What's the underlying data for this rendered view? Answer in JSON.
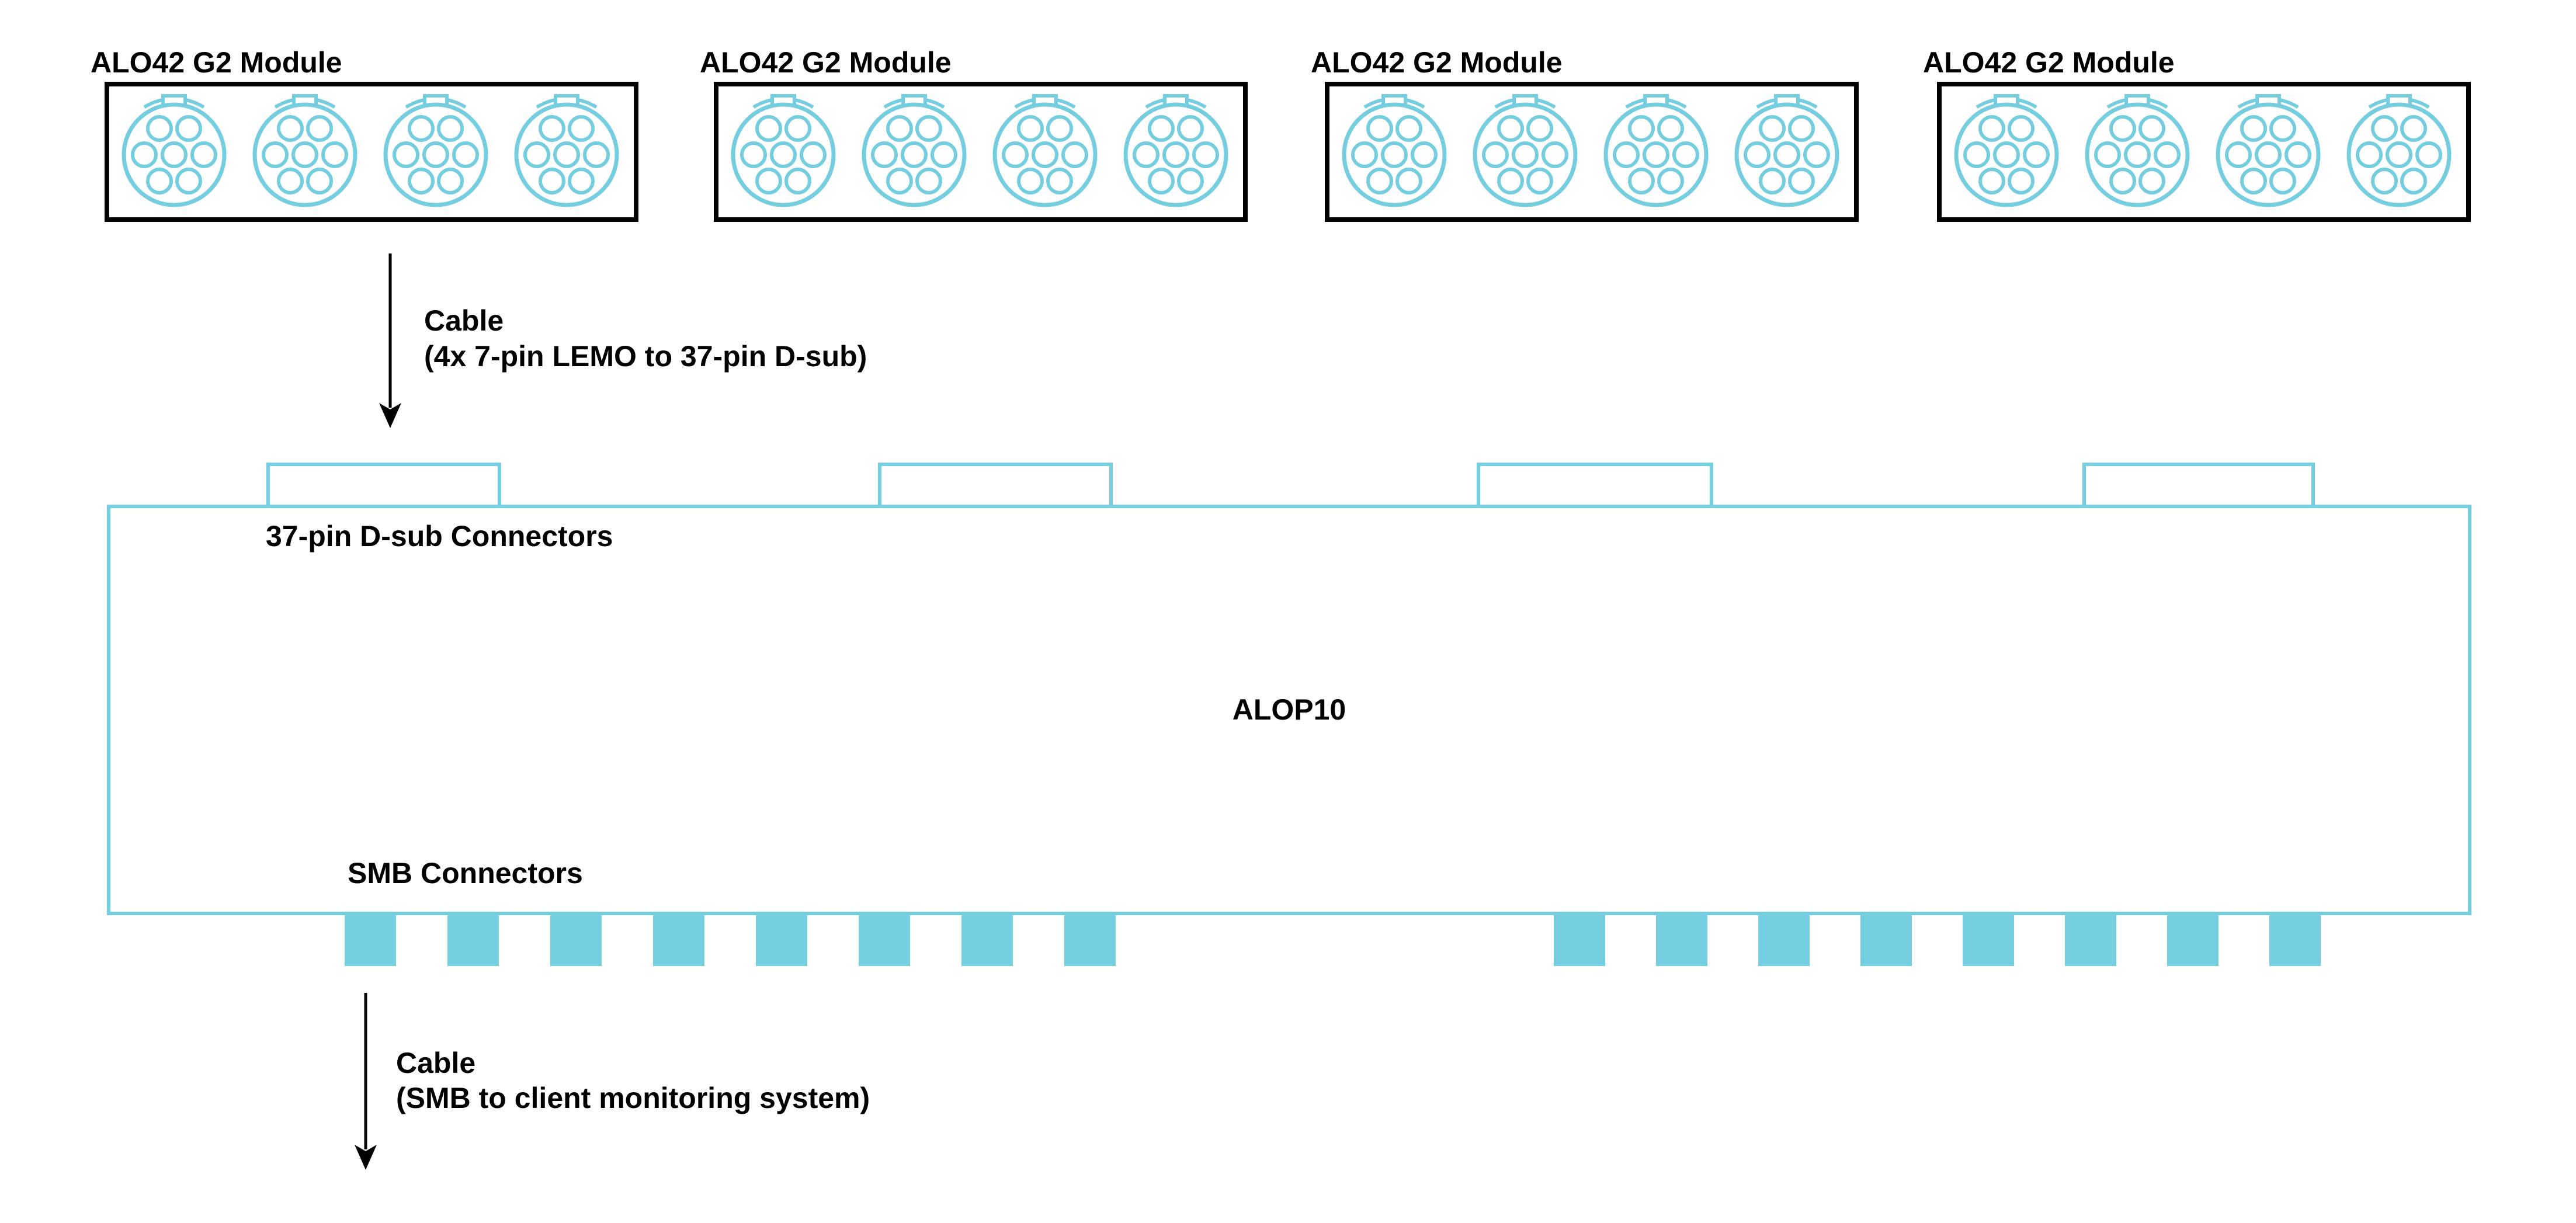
{
  "colors": {
    "accent": "#74CEE0",
    "ink": "#000000"
  },
  "modules": [
    {
      "label": "ALO42 G2 Module"
    },
    {
      "label": "ALO42 G2 Module"
    },
    {
      "label": "ALO42 G2 Module"
    },
    {
      "label": "ALO42 G2 Module"
    }
  ],
  "cable_top": {
    "line1": "Cable",
    "line2": "(4x 7-pin LEMO to 37-pin D-sub)"
  },
  "alop10": {
    "label": "ALOP10",
    "dsub_label": "37-pin D-sub Connectors",
    "smb_label": "SMB Connectors"
  },
  "cable_bottom": {
    "line1": "Cable",
    "line2": "(SMB to client monitoring system)"
  },
  "figure": {
    "module_count": 4,
    "lemo_connectors_per_module": 4,
    "pins_per_lemo_connector": 7,
    "dsub_connector_tabs": 4,
    "smb_connectors_left_group": 8,
    "smb_connectors_right_group": 8
  }
}
